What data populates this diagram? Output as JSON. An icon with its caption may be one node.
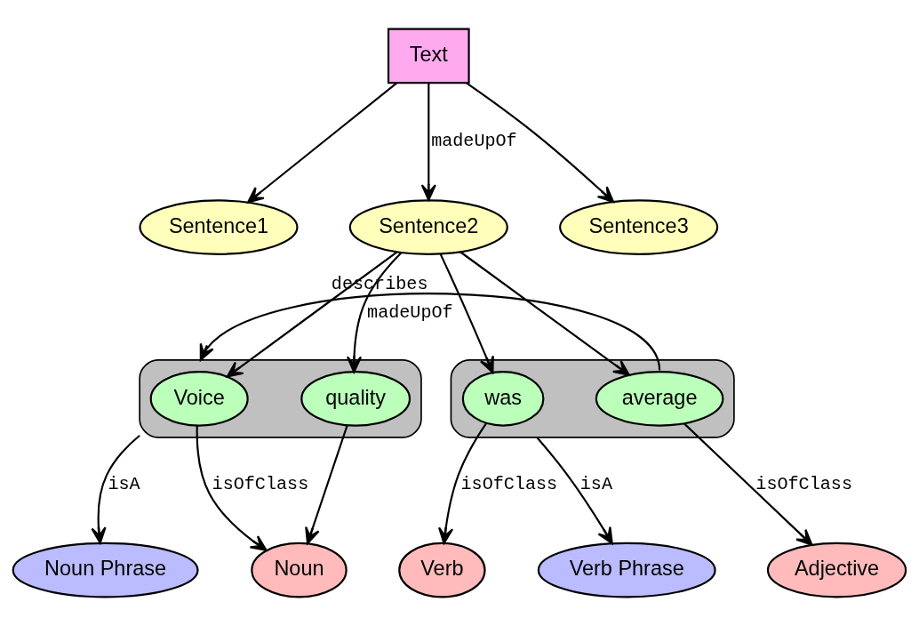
{
  "diagram": {
    "nodes": [
      {
        "text": [
          "Text"
        ]
      },
      {
        "text": [
          "Sentence1"
        ]
      },
      {
        "text": [
          "Sentence2"
        ]
      },
      {
        "text": [
          "Sentence3"
        ]
      },
      {
        "text": [],
        "shape": "ellipse"
      },
      {
        "text": [
          "Voice"
        ],
        "in": 4
      },
      {
        "text": [
          "quality"
        ],
        "in": 4
      },
      {
        "text": [],
        "shape": "ellipse"
      },
      {
        "text": [
          "was"
        ],
        "in": 7
      },
      {
        "text": [
          "average"
        ],
        "in": 7
      },
      {
        "text": [
          "Noun"
        ]
      },
      {
        "text": [
          "Noun Phrase"
        ]
      },
      {
        "text": [
          "Verb"
        ]
      },
      {
        "text": [
          "Verb Phrase"
        ]
      },
      {
        "text": [
          "Adjective"
        ]
      }
    ],
    "edges": [
      {
        "from": 0,
        "to": 1,
        "arrow": "to"
      },
      {
        "from": 0,
        "to": 2,
        "arrow": "to",
        "label": "madeUpOf"
      },
      {
        "from": 0,
        "to": 3,
        "arrow": "to"
      },
      {
        "from": 2,
        "to": 5,
        "arrow": "to"
      },
      {
        "from": 2,
        "to": 6,
        "arrow": "to",
        "label": "madeUpOf"
      },
      {
        "from": 2,
        "to": 8,
        "arrow": "to"
      },
      {
        "from": 2,
        "to": 9,
        "arrow": "to"
      },
      {
        "from": 9,
        "to": 4,
        "arrow": "to",
        "label": "describes"
      },
      {
        "from": 5,
        "to": 10,
        "arrow": "to",
        "label": "isOfClass"
      },
      {
        "from": 6,
        "to": 10,
        "arrow": "to"
      },
      {
        "from": 4,
        "to": 11,
        "arrow": "to",
        "label": "isA"
      },
      {
        "from": 8,
        "to": 12,
        "arrow": "to",
        "label": "isOfClass"
      },
      {
        "from": 7,
        "to": 13,
        "arrow": "to",
        "label": "isA"
      },
      {
        "from": 9,
        "to": 14,
        "arrow": "to",
        "label": "isOfClass"
      }
    ]
  }
}
